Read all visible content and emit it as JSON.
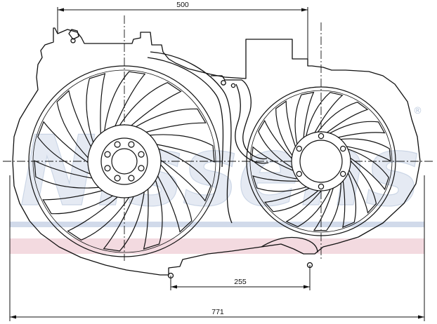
{
  "dimensions": {
    "top_width": "500",
    "bolt_spacing": "255",
    "overall_width": "771"
  },
  "watermark": {
    "brand": "Nissens",
    "registered": "®",
    "color_blue": "#c9d4e6",
    "color_red": "#f1d3da"
  },
  "colors": {
    "line": "#111111",
    "background": "#ffffff"
  },
  "fans": {
    "left_blade_count": 14,
    "right_blade_count": 15,
    "left_hub_bolts": 8,
    "right_hub_bolts": 6
  }
}
